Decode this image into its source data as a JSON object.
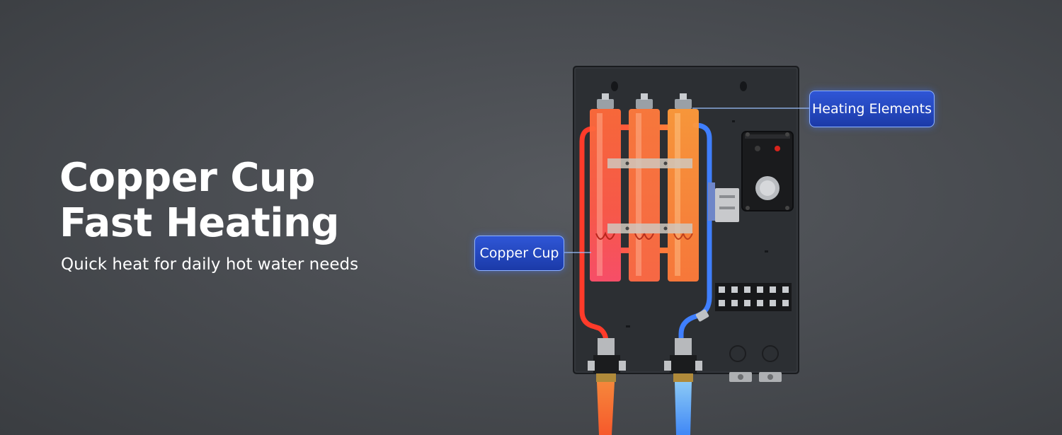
{
  "headline": {
    "line1": "Copper Cup",
    "line2": "Fast Heating"
  },
  "subheadline": "Quick heat for daily hot water needs",
  "callouts": {
    "copper_cup": "Copper Cup",
    "heating_elements": "Heating Elements"
  },
  "colors": {
    "background": "#4a4d52",
    "callout_fill": "#2447c4",
    "hot_water": "#ff4a2e",
    "cold_water": "#3f8bff",
    "heater_cup": "#ff7a45"
  }
}
